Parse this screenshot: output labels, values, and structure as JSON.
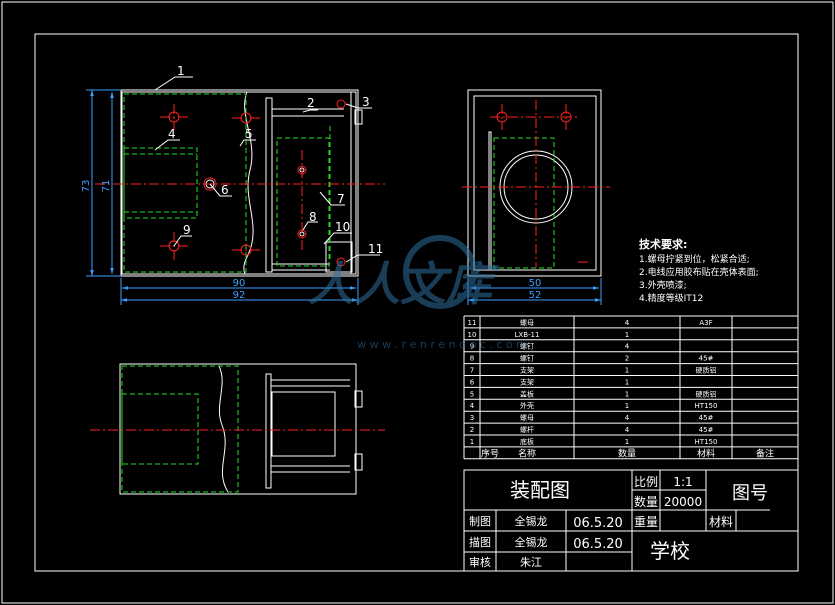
{
  "colors": {
    "background": "#000000",
    "outline": "#ffffff",
    "center_line": "#ff2020",
    "hidden_line": "#22dd22",
    "dimension": "#3aa0ff",
    "leader": "#ffffff",
    "watermark": "#2f6f9f"
  },
  "drawing": {
    "part_labels": [
      "1",
      "2",
      "3",
      "4",
      "5",
      "6",
      "7",
      "8",
      "9",
      "10",
      "11"
    ],
    "dimensions": {
      "front_height_outer": "73",
      "front_height_inner": "71",
      "front_width_inner": "90",
      "front_width_outer": "92",
      "side_width_inner": "50",
      "side_width_outer": "52"
    }
  },
  "notes": {
    "title": "技术要求:",
    "items": [
      "1.螺母拧紧到位，松紧合适;",
      "2.电线应用胶布贴在壳体表面;",
      "3.外壳喷漆;",
      "4.精度等级IT12"
    ]
  },
  "bom": {
    "headers": [
      "序号",
      "名称",
      "数量",
      "材料",
      "备注"
    ],
    "rows": [
      [
        "11",
        "螺母",
        "4",
        "A3F",
        ""
      ],
      [
        "10",
        "LXB-11",
        "1",
        "",
        ""
      ],
      [
        "9",
        "螺钉",
        "4",
        "",
        ""
      ],
      [
        "8",
        "螺钉",
        "2",
        "45#",
        ""
      ],
      [
        "7",
        "支架",
        "1",
        "硬质铝",
        ""
      ],
      [
        "6",
        "支架",
        "1",
        "",
        ""
      ],
      [
        "5",
        "盖板",
        "1",
        "硬质铝",
        ""
      ],
      [
        "4",
        "外壳",
        "1",
        "HT150",
        ""
      ],
      [
        "3",
        "螺母",
        "4",
        "45#",
        ""
      ],
      [
        "2",
        "螺杆",
        "4",
        "45#",
        ""
      ],
      [
        "1",
        "底板",
        "1",
        "HT150",
        ""
      ]
    ]
  },
  "title_block": {
    "name": "装配图",
    "scale_label": "比例",
    "scale_value": "1:1",
    "qty_label": "数量",
    "qty_value": "20000",
    "drawing_no_label": "图号",
    "weight_label": "重量",
    "material_label": "材料",
    "drawn_label": "制图",
    "drawn_name": "全锡龙",
    "drawn_date": "06.5.20",
    "traced_label": "描图",
    "traced_name": "全锡龙",
    "traced_date": "06.5.20",
    "checked_label": "审核",
    "checked_name": "朱江",
    "school": "学校"
  },
  "watermark": {
    "text": "人人文库",
    "url": "w w w . r e n r e n d o c . c o m"
  }
}
